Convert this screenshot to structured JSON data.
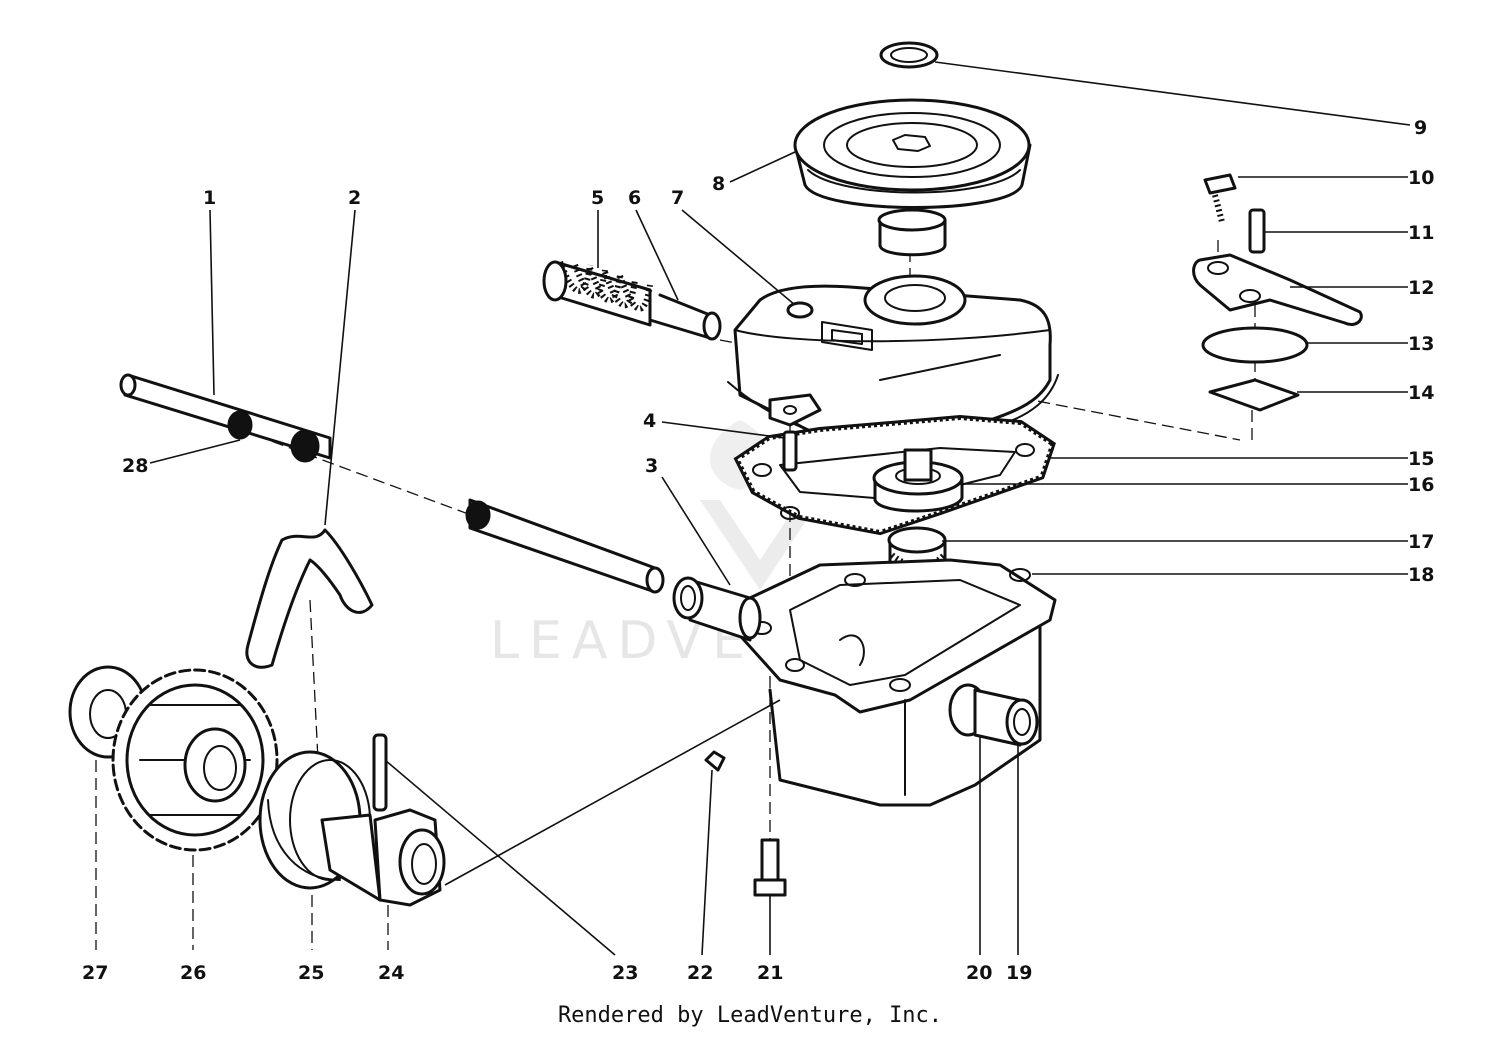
{
  "watermark": "LEADVENTURE",
  "credit": "Rendered by LeadVenture, Inc.",
  "callouts": [
    {
      "id": "1",
      "text": "1"
    },
    {
      "id": "2",
      "text": "2"
    },
    {
      "id": "3",
      "text": "3"
    },
    {
      "id": "4",
      "text": "4"
    },
    {
      "id": "5",
      "text": "5"
    },
    {
      "id": "6",
      "text": "6"
    },
    {
      "id": "7",
      "text": "7"
    },
    {
      "id": "8",
      "text": "8"
    },
    {
      "id": "9",
      "text": "9"
    },
    {
      "id": "10",
      "text": "10"
    },
    {
      "id": "11",
      "text": "11"
    },
    {
      "id": "12",
      "text": "12"
    },
    {
      "id": "13",
      "text": "13"
    },
    {
      "id": "14",
      "text": "14"
    },
    {
      "id": "15",
      "text": "15"
    },
    {
      "id": "16",
      "text": "16"
    },
    {
      "id": "17",
      "text": "17"
    },
    {
      "id": "18",
      "text": "18"
    },
    {
      "id": "19",
      "text": "19"
    },
    {
      "id": "20",
      "text": "20"
    },
    {
      "id": "21",
      "text": "21"
    },
    {
      "id": "22",
      "text": "22"
    },
    {
      "id": "23",
      "text": "23"
    },
    {
      "id": "24",
      "text": "24"
    },
    {
      "id": "25",
      "text": "25"
    },
    {
      "id": "26",
      "text": "26"
    },
    {
      "id": "27",
      "text": "27"
    },
    {
      "id": "28",
      "text": "28"
    }
  ]
}
